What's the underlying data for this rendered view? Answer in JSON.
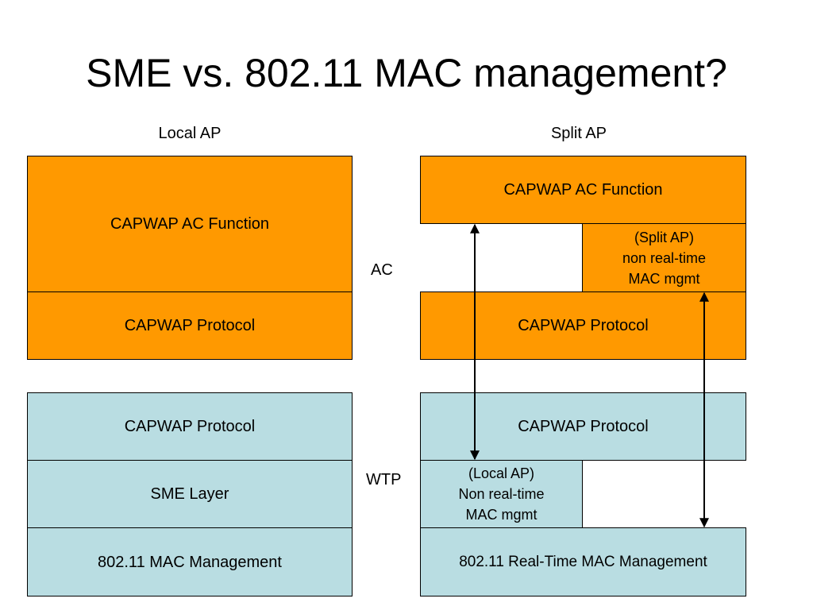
{
  "title": "SME vs. 802.11 MAC management?",
  "headers": {
    "local": "Local AP",
    "split": "Split AP"
  },
  "side_labels": {
    "ac": "AC",
    "wtp": "WTP"
  },
  "local": {
    "ac_function": "CAPWAP AC Function",
    "ac_protocol": "CAPWAP Protocol",
    "wtp_protocol": "CAPWAP Protocol",
    "sme_layer": "SME Layer",
    "mac_mgmt": "802.11 MAC Management"
  },
  "split": {
    "ac_function": "CAPWAP AC Function",
    "nonrt_lines": [
      "(Split AP)",
      "non real-time",
      "MAC mgmt"
    ],
    "ac_protocol": "CAPWAP Protocol",
    "wtp_protocol": "CAPWAP Protocol",
    "local_nonrt_lines": [
      "(Local AP)",
      "Non real-time",
      "MAC mgmt"
    ],
    "rt_mac_mgmt": "802.11 Real-Time MAC Management"
  },
  "colors": {
    "ac_fill": "#ff9900",
    "wtp_fill": "#b9dde2",
    "border": "#000000"
  }
}
